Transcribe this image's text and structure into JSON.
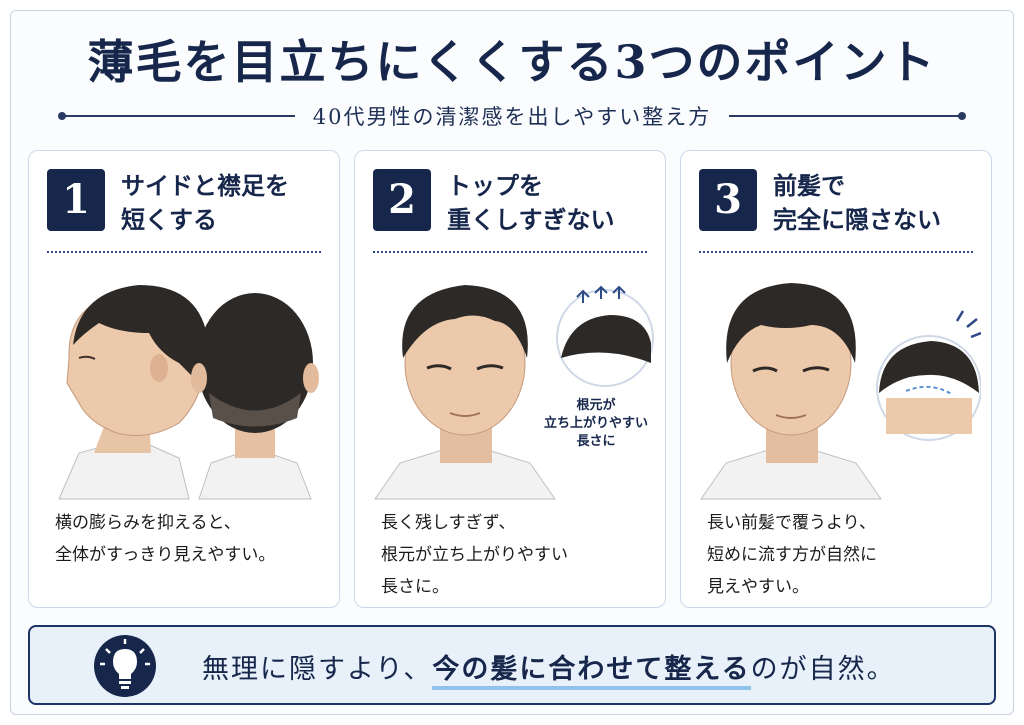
{
  "title": "薄毛を目立ちにくくする3つのポイント",
  "subtitle": "40代男性の清潔感を出しやすい整え方",
  "cards": [
    {
      "number": "1",
      "heading_line1": "サイドと襟足を",
      "heading_line2": "短くする",
      "desc_line1": "横の膨らみを抑えると、",
      "desc_line2": "全体がすっきり見えやすい。"
    },
    {
      "number": "2",
      "heading_line1": "トップを",
      "heading_line2": "重くしすぎない",
      "caption_line1": "根元が",
      "caption_line2": "立ち上がりやすい",
      "caption_line3": "長さに",
      "desc_line1": "長く残しすぎず、",
      "desc_line2": "根元が立ち上がりやすい",
      "desc_line3": "長さに。"
    },
    {
      "number": "3",
      "heading_line1": "前髪で",
      "heading_line2": "完全に隠さない",
      "desc_line1": "長い前髪で覆うより、",
      "desc_line2": "短めに流す方が自然に",
      "desc_line3": "見えやすい。"
    }
  ],
  "tip": {
    "icon": "lightbulb-icon",
    "before": "無理に隠すより、",
    "highlight": "今の髪に合わせて整える",
    "after": "のが自然。"
  },
  "colors": {
    "navy": "#16274b",
    "highlight_underline": "#8fc2ea",
    "tip_background": "#e8f0fa"
  }
}
